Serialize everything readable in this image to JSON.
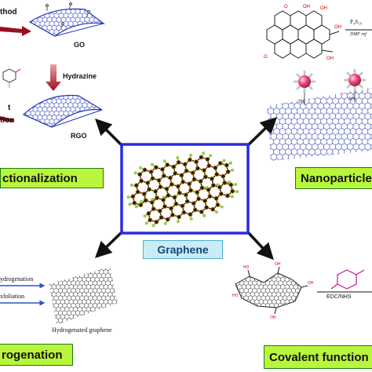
{
  "center": {
    "label": "Graphene"
  },
  "top_left": {
    "method_text": "thod",
    "go_label": "GO",
    "reagent_label": "Hydrazine",
    "rgo_label": "RGO",
    "frag_top": "t",
    "frag_bottom": "tion",
    "category_label": "ctionalization"
  },
  "top_right": {
    "reagent_top": "P₄S₁₀",
    "reagent_bottom": "DMF ref",
    "category_label": "Nanoparticles"
  },
  "bottom_left": {
    "step1": "ydrogenation",
    "step2": "xfoliation",
    "caption": "Hydrogenated graphene",
    "category_label": "rogenation"
  },
  "bottom_right": {
    "reagent_label": "EDC/NHS",
    "category_label": "Covalent function"
  },
  "colors": {
    "center_frame": "#2a2ae0",
    "label_fill": "#b9f53a",
    "label_border": "#1b7a1e",
    "sheet_blue": "#2233bb",
    "arrow_red": "#b3172a",
    "nanoparticle": "#e8457a",
    "carbon_atom": "#2b1a08",
    "hydrogen_atom": "#8fd14f"
  }
}
